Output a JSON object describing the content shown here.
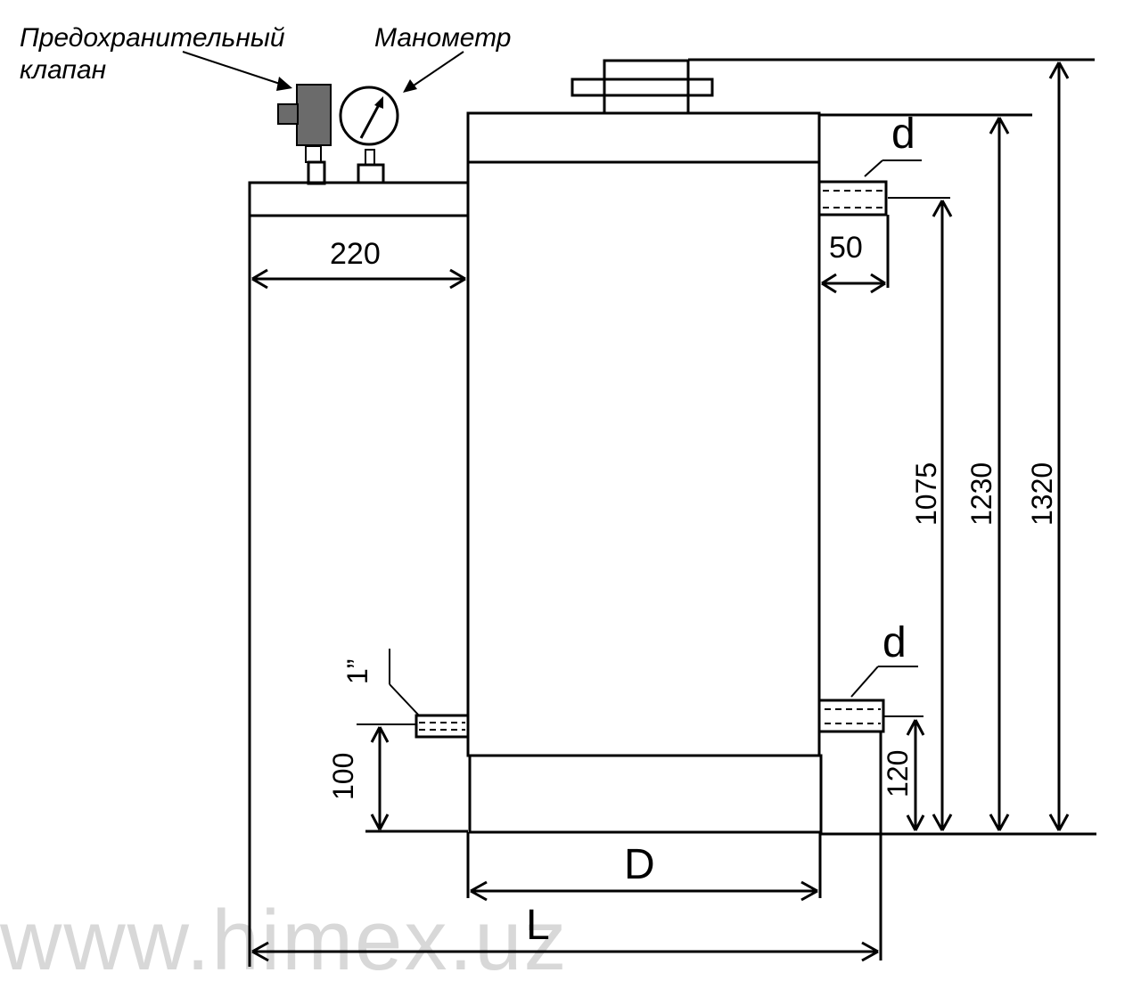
{
  "labels": {
    "safety_valve_line1": "Предохранительный",
    "safety_valve_line2": "клапан",
    "manometer": "Манометр"
  },
  "dimensions": {
    "top_left_length": "220",
    "top_nozzle_length": "50",
    "h_1075": "1075",
    "h_1230": "1230",
    "h_1320": "1320",
    "bottom_left_nozzle_height": "100",
    "bottom_right_nozzle_height": "120",
    "diameter_label": "D",
    "overall_length_label": "L",
    "nozzle_diameter_top": "d",
    "nozzle_diameter_bottom": "d",
    "drain_size": "1”"
  },
  "watermark": "www.himex.uz",
  "colors": {
    "shell_fill": "#d4d4d4",
    "valve_fill": "#6b6b6b",
    "line": "#000000"
  }
}
